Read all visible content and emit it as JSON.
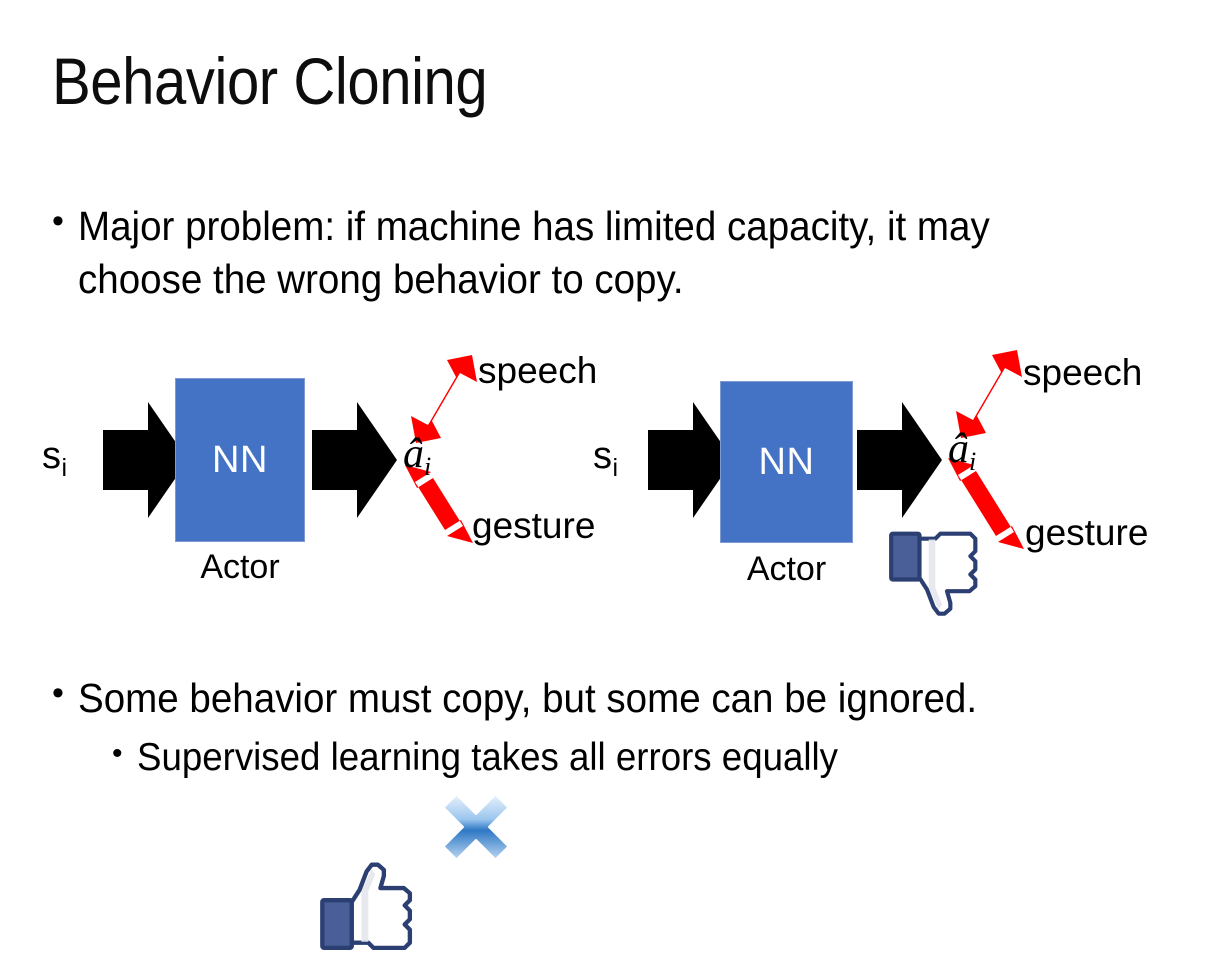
{
  "slide": {
    "title": "Behavior Cloning",
    "bullet_char": "•",
    "bullets": [
      {
        "id": "top",
        "level": 1,
        "text": "Major problem: if machine has limited capacity, it may choose the wrong behavior to copy."
      },
      {
        "id": "bottom-1",
        "level": 1,
        "text": "Some behavior must copy, but some can be ignored."
      },
      {
        "id": "bottom-2",
        "level": 2,
        "text": "Supervised learning takes all errors equally"
      }
    ]
  },
  "colors": {
    "nn_box_fill": "#4472C4",
    "nn_box_border": "#7E9AD0",
    "arrow_black": "#000000",
    "arrow_red": "#FF0000",
    "x_mark_blue_light": "#CFE3F7",
    "x_mark_blue_dark": "#2E77C4",
    "thumb_outline": "#3B5998",
    "thumb_fill": "#FFFFFF",
    "text_black": "#000000"
  },
  "diagrams": [
    {
      "id": "left",
      "state_symbol": "s",
      "state_subscript": "i",
      "box_label": "NN",
      "box_caption": "Actor",
      "action_symbol": "â",
      "action_subscript": "i",
      "branches": [
        {
          "label": "speech",
          "crossed_out": false
        },
        {
          "label": "gesture",
          "crossed_out": true
        }
      ],
      "verdict_icon": "thumbs-up-icon",
      "verdict": "good"
    },
    {
      "id": "right",
      "state_symbol": "s",
      "state_subscript": "i",
      "box_label": "NN",
      "box_caption": "Actor",
      "action_symbol": "â",
      "action_subscript": "i",
      "branches": [
        {
          "label": "speech",
          "crossed_out": true
        },
        {
          "label": "gesture",
          "crossed_out": false
        }
      ],
      "verdict_icon": "thumbs-down-icon",
      "verdict": "bad"
    }
  ]
}
